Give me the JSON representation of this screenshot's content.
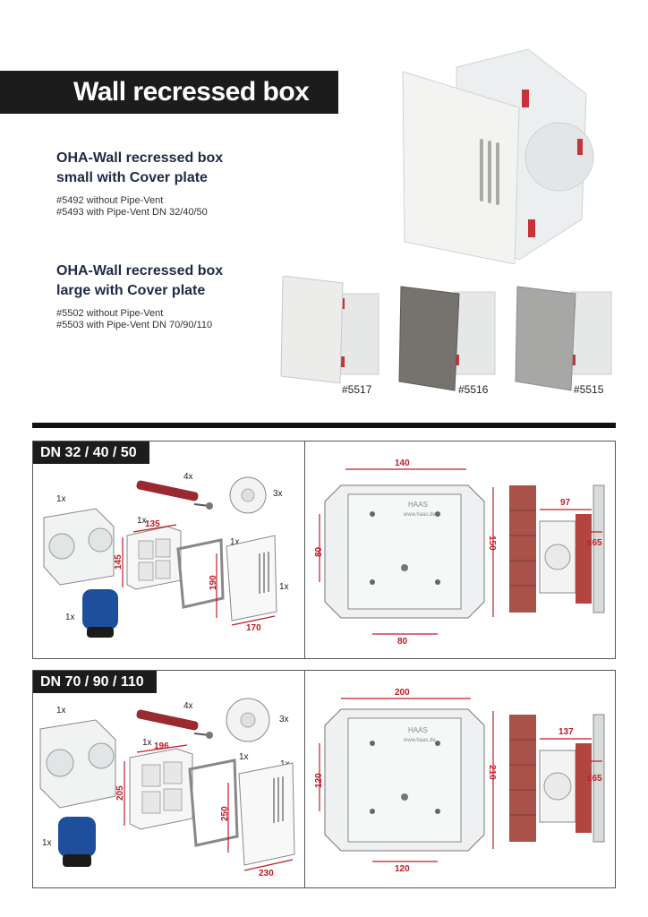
{
  "title": "Wall recressed box",
  "products": [
    {
      "name_line1": "OHA-Wall recressed box",
      "name_line2": "small with Cover plate",
      "codes": [
        "#5492 without Pipe-Vent",
        "#5493 with Pipe-Vent DN 32/40/50"
      ]
    },
    {
      "name_line1": "OHA-Wall recressed box",
      "name_line2": "large with Cover plate",
      "codes": [
        "#5502 without Pipe-Vent",
        "#5503 with Pipe-Vent DN 70/90/110"
      ]
    }
  ],
  "variants": [
    {
      "code": "#5517",
      "color": "#ececea"
    },
    {
      "code": "#5516",
      "color": "#76726d"
    },
    {
      "code": "#5515",
      "color": "#a7a8a6"
    }
  ],
  "panels": [
    {
      "tag": "DN 32 / 40 / 50",
      "qty": {
        "box": "1x",
        "screws": "4x",
        "disc": "3x",
        "frame": "1x",
        "plate_frame": "1x",
        "cover": "1x",
        "vent": "1x"
      },
      "exploded_dims": {
        "frame_w": "135",
        "frame_h": "145",
        "plate_h": "190",
        "plate_w": "170"
      },
      "front_dims": {
        "width": "140",
        "height": "150",
        "left": "80",
        "bottom": "80"
      },
      "side_dims": {
        "depth": "97",
        "wall": "≤65"
      },
      "brand": "HAAS",
      "url": "www.haas.de"
    },
    {
      "tag": "DN 70 / 90 / 110",
      "qty": {
        "box": "1x",
        "screws": "4x",
        "disc": "3x",
        "frame": "1x",
        "plate_frame": "1x",
        "cover": "1x",
        "vent": "1x"
      },
      "exploded_dims": {
        "frame_w": "196",
        "frame_h": "205",
        "plate_h": "250",
        "plate_w": "230"
      },
      "front_dims": {
        "width": "200",
        "height": "210",
        "left": "120",
        "bottom": "120"
      },
      "side_dims": {
        "depth": "137",
        "wall": "≤65"
      },
      "brand": "HAAS",
      "url": "www.haas.de"
    }
  ]
}
